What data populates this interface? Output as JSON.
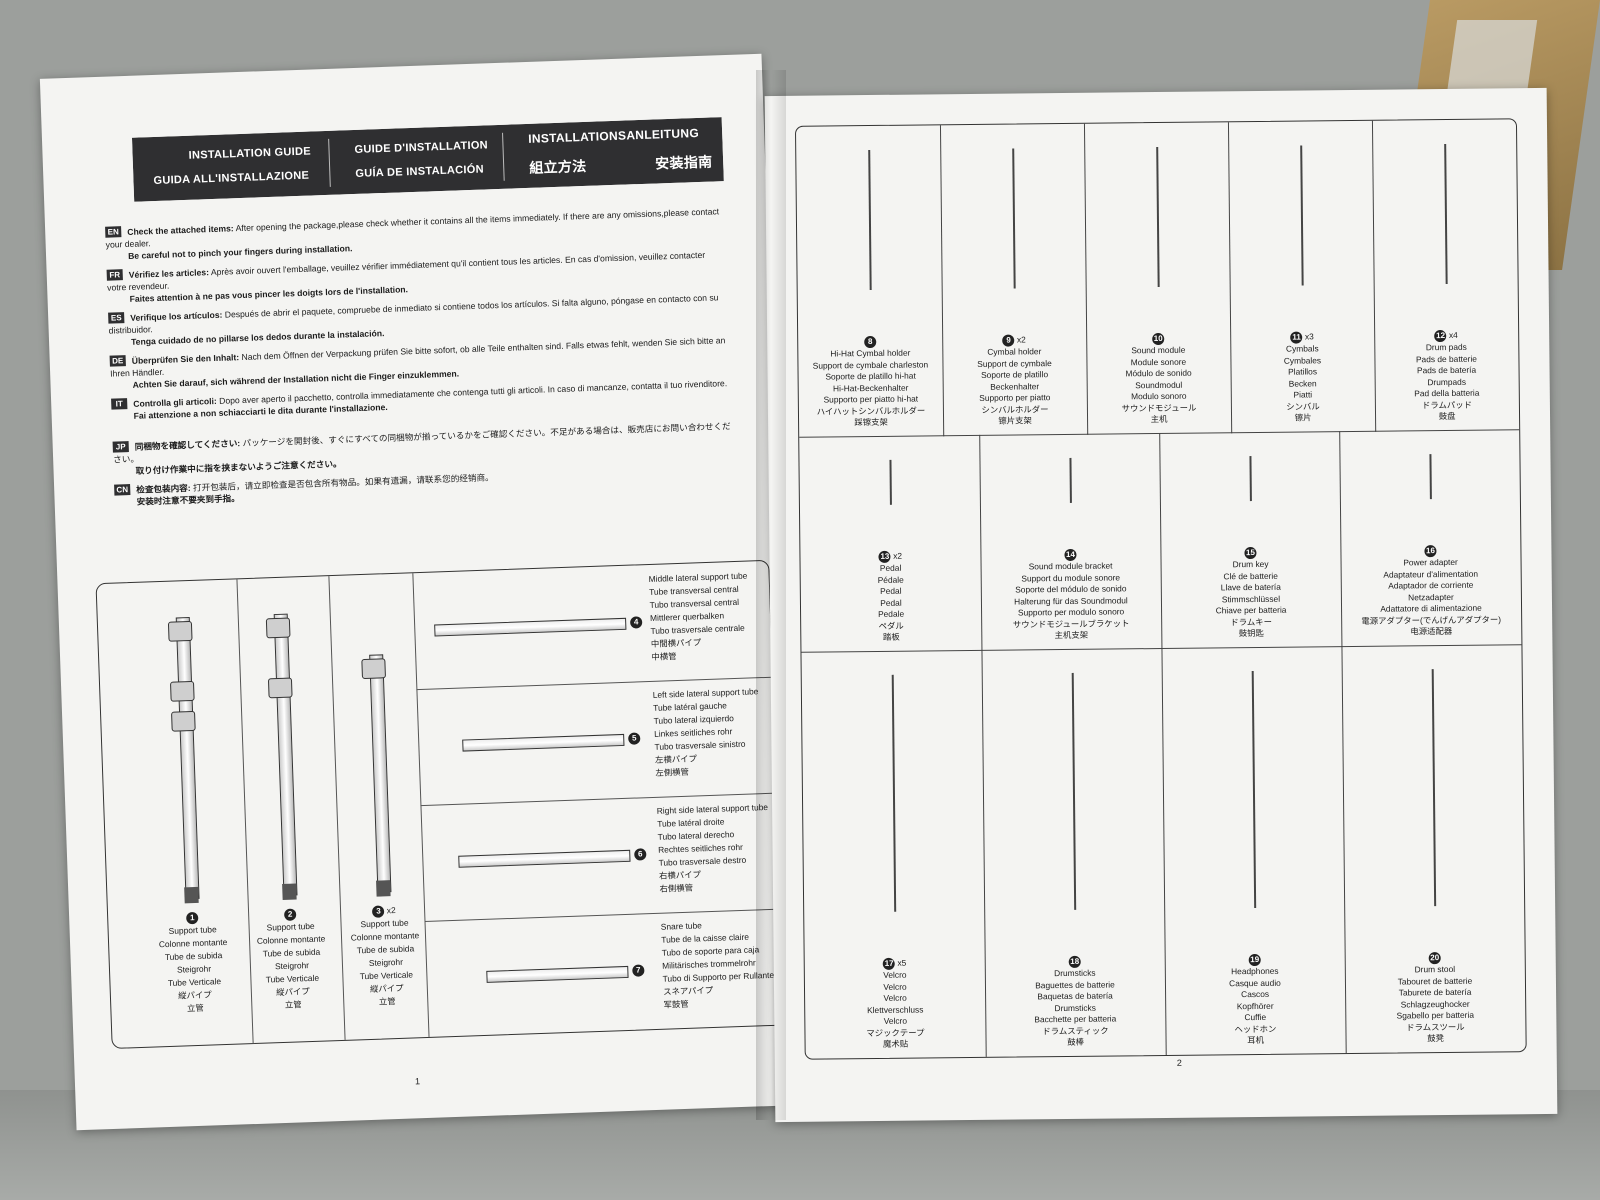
{
  "header": {
    "installation_guide": "INSTALLATION GUIDE",
    "guida": "GUIDA ALL'INSTALLAZIONE",
    "guide_fr": "GUIDE D'INSTALLATION",
    "guia_es": "GUÍA DE INSTALACIÓN",
    "anleitung": "INSTALLATIONSANLEITUNG",
    "zh": "組立方法",
    "jp": "安装指南"
  },
  "languages": [
    {
      "code": "EN",
      "head": "Check the attached items:",
      "text": "After opening the package,please check whether it contains all the items immediately. If there are any omissions,please contact your dealer.",
      "line2": "Be careful not to pinch your fingers during installation."
    },
    {
      "code": "FR",
      "head": "Vérifiez les articles:",
      "text": "Après avoir ouvert l'emballage, veuillez vérifier immédiatement qu'il contient tous les articles. En cas d'omission, veuillez contacter votre revendeur.",
      "line2": "Faites attention à ne pas vous pincer les doigts lors de l'installation."
    },
    {
      "code": "ES",
      "head": "Verifique los artículos:",
      "text": "Después de abrir el paquete, compruebe de inmediato si contiene todos los artículos. Si falta alguno, póngase en contacto con su distribuidor.",
      "line2": "Tenga cuidado de no pillarse los dedos durante la instalación."
    },
    {
      "code": "DE",
      "head": "Überprüfen Sie den Inhalt:",
      "text": "Nach dem Öffnen der Verpackung prüfen Sie bitte sofort, ob alle Teile enthalten sind. Falls etwas fehlt, wenden Sie sich bitte an Ihren Händler.",
      "line2": "Achten Sie darauf, sich während der Installation nicht die Finger einzuklemmen."
    },
    {
      "code": "IT",
      "head": "Controlla gli articoli:",
      "text": "Dopo aver aperto il pacchetto, controlla immediatamente che contenga tutti gli articoli. In caso di mancanze, contatta il tuo rivenditore.",
      "line2": "Fai attenzione a non schiacciarti le dita durante l'installazione."
    },
    {
      "code": "JP",
      "head": "同梱物を確認してください:",
      "text": "パッケージを開封後、すぐにすべての同梱物が揃っているかをご確認ください。不足がある場合は、販売店にお問い合わせください。",
      "line2": "取り付け作業中に指を挟まないようご注意ください。"
    },
    {
      "code": "CN",
      "head": "检查包装内容:",
      "text": "打开包装后，请立即检查是否包含所有物品。如果有遗漏，请联系您的经销商。",
      "line2": "安装时注意不要夹到手指。"
    }
  ],
  "left_parts": [
    {
      "num": "1",
      "qty": "",
      "lines": [
        "Support tube",
        "Colonne montante",
        "Tube de subida",
        "Steigrohr",
        "Tube Verticale",
        "縦パイプ",
        "立管"
      ]
    },
    {
      "num": "2",
      "qty": "",
      "lines": [
        "Support tube",
        "Colonne montante",
        "Tube de subida",
        "Steigrohr",
        "Tube Verticale",
        "縦パイプ",
        "立管"
      ]
    },
    {
      "num": "3",
      "qty": "x2",
      "lines": [
        "Support tube",
        "Colonne montante",
        "Tube de subida",
        "Steigrohr",
        "Tube Verticale",
        "縦パイプ",
        "立管"
      ]
    }
  ],
  "right_rows": [
    {
      "num": "4",
      "lines": [
        "Middle lateral support tube",
        "Tube transversal central",
        "Tubo transversal central",
        "Mittlerer querbalken",
        "Tubo trasversale centrale",
        "中間横パイプ",
        "中横管"
      ]
    },
    {
      "num": "5",
      "lines": [
        "Left side lateral support tube",
        "Tube latéral gauche",
        "Tubo lateral izquierdo",
        "Linkes seitliches rohr",
        "Tubo trasversale sinistro",
        "左横パイプ",
        "左側横管"
      ]
    },
    {
      "num": "6",
      "lines": [
        "Right side lateral support tube",
        "Tube latéral droite",
        "Tubo lateral derecho",
        "Rechtes seitliches rohr",
        "Tubo trasversale destro",
        "右横パイプ",
        "右側横管"
      ]
    },
    {
      "num": "7",
      "lines": [
        "Snare tube",
        "Tube de la caisse claire",
        "Tubo de soporte para caja",
        "Militärisches trommelrohr",
        "Tubo di Supporto per Rullante",
        "スネアパイプ",
        "军鼓管"
      ]
    }
  ],
  "grid_items": [
    {
      "num": "8",
      "qty": "",
      "lines": [
        "Hi-Hat Cymbal holder",
        "Support de cymbale charleston",
        "Soporte de platillo hi-hat",
        "Hi-Hat-Beckenhalter",
        "Supporto per piatto hi-hat",
        "ハイハットシンバルホルダー",
        "踩镲支架"
      ]
    },
    {
      "num": "9",
      "qty": "x2",
      "lines": [
        "Cymbal holder",
        "Support de cymbale",
        "Soporte de platillo",
        "Beckenhalter",
        "Supporto per piatto",
        "シンバルホルダー",
        "镲片支架"
      ]
    },
    {
      "num": "10",
      "qty": "",
      "lines": [
        "Sound module",
        "Module sonore",
        "Módulo de sonido",
        "Soundmodul",
        "Modulo sonoro",
        "サウンドモジュール",
        "主机"
      ]
    },
    {
      "num": "11",
      "qty": "x3",
      "lines": [
        "Cymbals",
        "Cymbales",
        "Platillos",
        "Becken",
        "Piatti",
        "シンバル",
        "镲片"
      ]
    },
    {
      "num": "12",
      "qty": "x4",
      "lines": [
        "Drum pads",
        "Pads de batterie",
        "Pads de batería",
        "Drumpads",
        "Pad della batteria",
        "ドラムパッド",
        "鼓盘"
      ]
    },
    {
      "num": "13",
      "qty": "x2",
      "lines": [
        "Pedal",
        "Pédale",
        "Pedal",
        "Pedal",
        "Pedale",
        "ペダル",
        "踏板"
      ]
    },
    {
      "num": "14",
      "qty": "",
      "lines": [
        "Sound module bracket",
        "Support du module sonore",
        "Soporte del módulo de sonido",
        "Halterung für das Soundmodul",
        "Supporto per modulo sonoro",
        "サウンドモジュールブラケット",
        "主机支架"
      ]
    },
    {
      "num": "15",
      "qty": "",
      "lines": [
        "Drum key",
        "Clé de batterie",
        "Llave de batería",
        "Stimmschlüssel",
        "Chiave per batteria",
        "ドラムキー",
        "鼓钥匙"
      ]
    },
    {
      "num": "16",
      "qty": "",
      "lines": [
        "Power adapter",
        "Adaptateur d'alimentation",
        "Adaptador de corriente",
        "Netzadapter",
        "Adattatore di alimentazione",
        "電源アダプター(でんげんアダプター)",
        "电源适配器"
      ]
    },
    {
      "num": "17",
      "qty": "x5",
      "lines": [
        "Velcro",
        "Velcro",
        "Velcro",
        "Klettverschluss",
        "Velcro",
        "マジックテープ",
        "魔术贴"
      ]
    },
    {
      "num": "18",
      "qty": "",
      "lines": [
        "Drumsticks",
        "Baguettes de batterie",
        "Baquetas de batería",
        "Drumsticks",
        "Bacchette per batteria",
        "ドラムスティック",
        "鼓棒"
      ]
    },
    {
      "num": "19",
      "qty": "",
      "lines": [
        "Headphones",
        "Casque audio",
        "Cascos",
        "Kopfhörer",
        "Cuffie",
        "ヘッドホン",
        "耳机"
      ]
    },
    {
      "num": "20",
      "qty": "",
      "lines": [
        "Drum stool",
        "Tabouret de batterie",
        "Taburete de batería",
        "Schlagzeughocker",
        "Sgabello per batteria",
        "ドラムスツール",
        "鼓凳"
      ]
    }
  ],
  "page_numbers": {
    "left": "1",
    "right": "2"
  }
}
